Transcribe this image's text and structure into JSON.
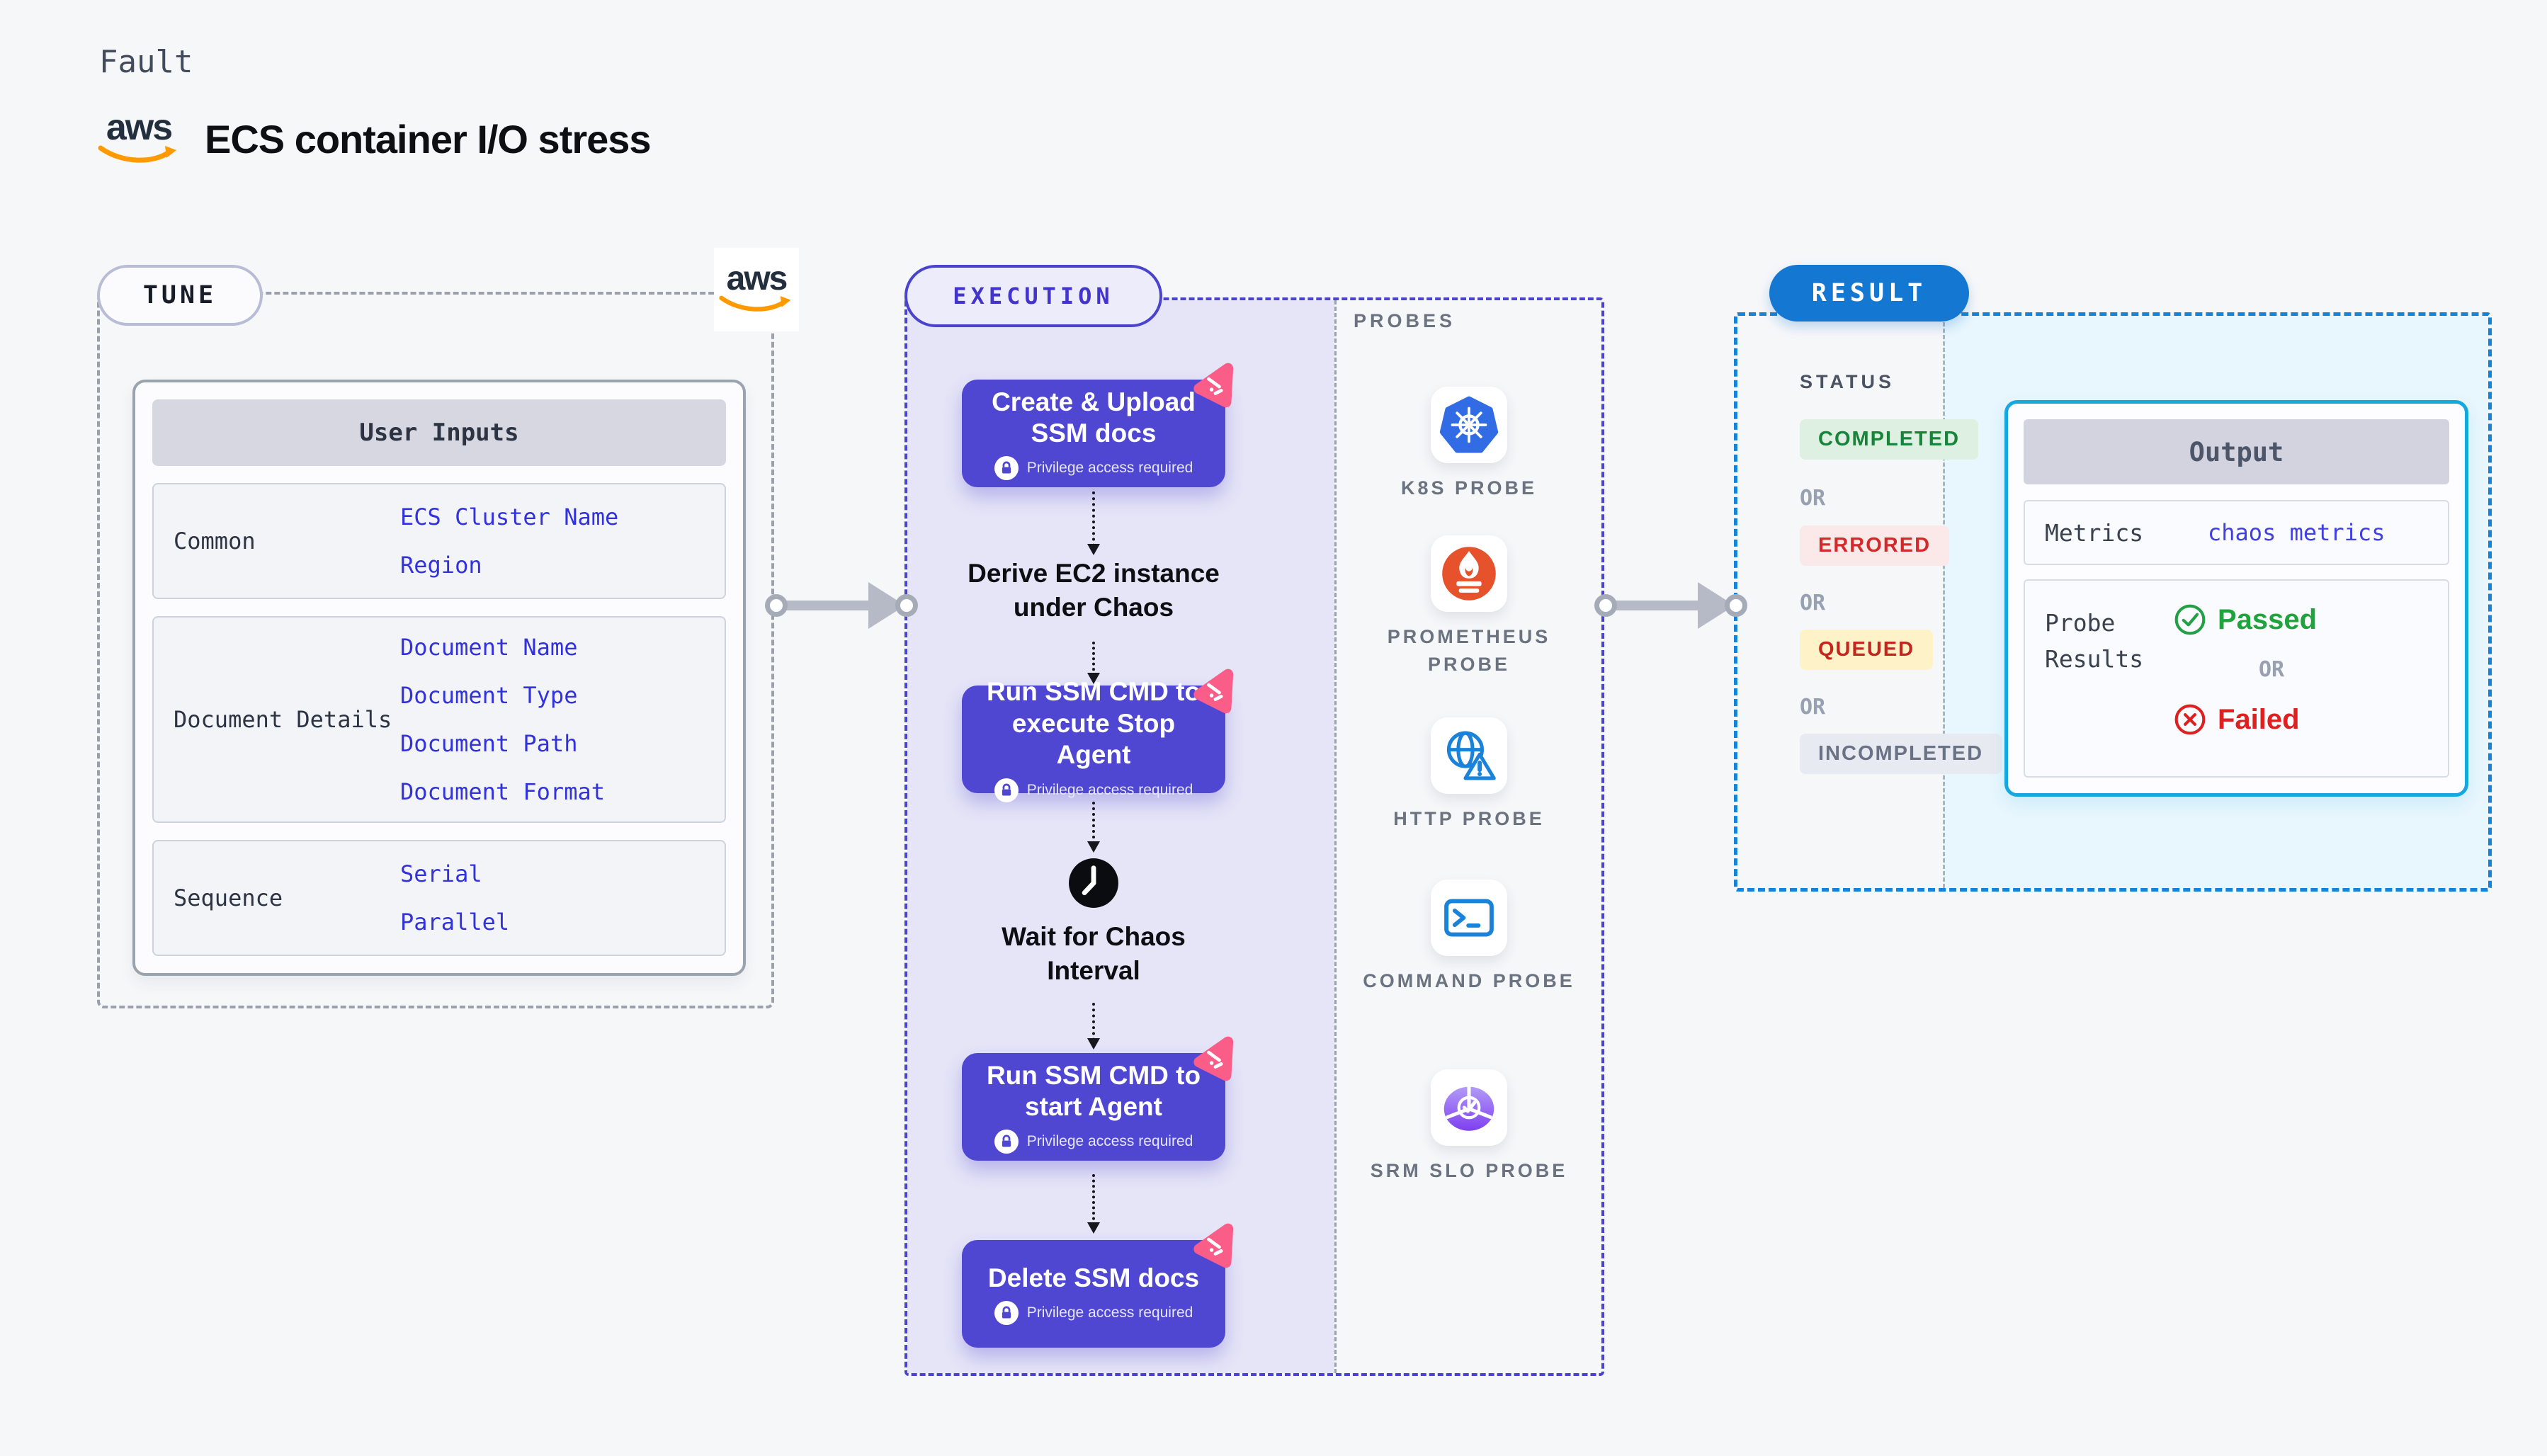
{
  "header": {
    "kicker": "Fault",
    "title": "ECS container I/O stress",
    "aws_logo_text": "aws"
  },
  "tune": {
    "label": "TUNE",
    "user_inputs": {
      "title": "User Inputs",
      "groups": [
        {
          "label": "Common",
          "values": [
            "ECS Cluster Name",
            "Region"
          ]
        },
        {
          "label": "Document Details",
          "values": [
            "Document Name",
            "Document Type",
            "Document Path",
            "Document Format"
          ]
        },
        {
          "label": "Sequence",
          "values": [
            "Serial",
            "Parallel"
          ]
        }
      ]
    }
  },
  "execution": {
    "label": "EXECUTION",
    "privilege_note": "Privilege access required",
    "steps": [
      {
        "type": "box",
        "label": "Create & Upload SSM docs",
        "privilege": true
      },
      {
        "type": "text",
        "label": "Derive EC2 instance under Chaos"
      },
      {
        "type": "box",
        "label": "Run SSM CMD to execute Stop Agent",
        "privilege": true
      },
      {
        "type": "wait",
        "label": "Wait for Chaos Interval",
        "icon": "clock-icon"
      },
      {
        "type": "box",
        "label": "Run SSM CMD to start Agent",
        "privilege": true
      },
      {
        "type": "box",
        "label": "Delete SSM docs",
        "privilege": true
      }
    ]
  },
  "probes": {
    "label": "PROBES",
    "items": [
      {
        "label": "K8S PROBE",
        "icon": "kubernetes-icon"
      },
      {
        "label": "PROMETHEUS PROBE",
        "icon": "prometheus-icon"
      },
      {
        "label": "HTTP PROBE",
        "icon": "http-globe-warning-icon"
      },
      {
        "label": "COMMAND PROBE",
        "icon": "terminal-icon"
      },
      {
        "label": "SRM SLO PROBE",
        "icon": "slo-pie-check-icon"
      }
    ]
  },
  "result": {
    "label": "RESULT",
    "status": {
      "heading": "STATUS",
      "separator": "OR",
      "badges": [
        {
          "label": "COMPLETED",
          "text_color": "#17843a",
          "bg_color": "#ddf0e1"
        },
        {
          "label": "ERRORED",
          "text_color": "#d22a2a",
          "bg_color": "#fbe9e9"
        },
        {
          "label": "QUEUED",
          "text_color": "#c2261c",
          "bg_color": "#fdf2c8"
        },
        {
          "label": "INCOMPLETED",
          "text_color": "#6a7286",
          "bg_color": "#e8eaf1"
        }
      ]
    },
    "output": {
      "title": "Output",
      "metrics_label": "Metrics",
      "metrics_value": "chaos metrics",
      "probe_results_label": "Probe Results",
      "passed_label": "Passed",
      "failed_label": "Failed",
      "separator": "OR"
    }
  },
  "colors": {
    "page_bg": "#f6f7f9",
    "execution_accent": "#4a43cd",
    "execution_panel_bg": "#e5e5f7",
    "flow_box_purple": "#4f47d2",
    "pink_badge": "#fb5d89",
    "value_blue": "#3232dd",
    "result_blue": "#1478d2",
    "result_dash_blue": "#1583d8",
    "output_border_cyan": "#14a7e0",
    "output_panel_bg": "#e8f6fd",
    "aws_orange": "#ff9900",
    "aws_navy": "#232f3e",
    "kubernetes_blue": "#326ce5",
    "prometheus_orange": "#e6522c",
    "probe_icon_blue": "#1a82d9",
    "slo_purple": "#8a5cf0",
    "passed_green": "#1fa33c",
    "failed_red": "#dd2020"
  }
}
